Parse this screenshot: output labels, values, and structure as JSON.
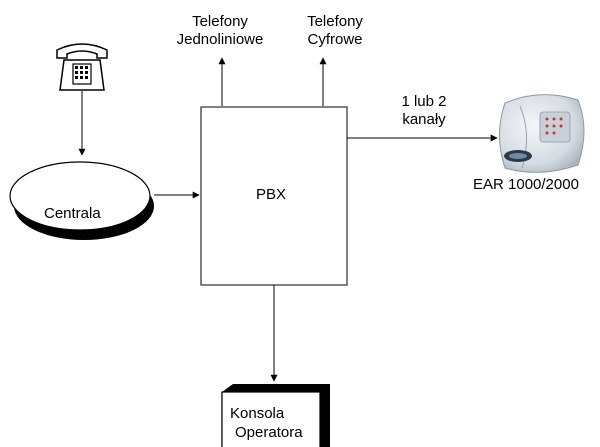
{
  "phones_analog": {
    "line1": "Telefony",
    "line2": "Jednoliniowe"
  },
  "phones_digital": {
    "line1": "Telefony",
    "line2": "Cyfrowe"
  },
  "channels": {
    "line1": "1 lub 2",
    "line2": "kanały"
  },
  "pbx": {
    "label": "PBX"
  },
  "central": {
    "label": "Centrala"
  },
  "recorder": {
    "label": "EAR 1000/2000"
  },
  "console": {
    "line1": "Konsola",
    "line2": "Operatora"
  }
}
